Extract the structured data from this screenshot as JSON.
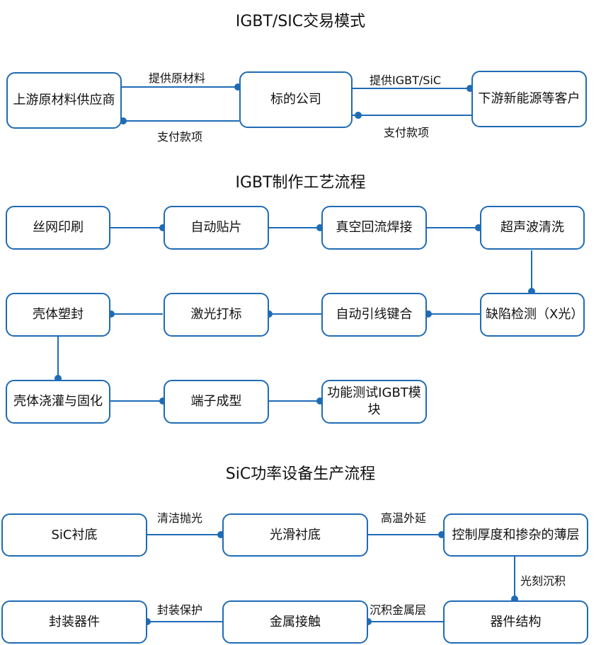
{
  "titles": {
    "trade": "IGBT/SIC交易模式",
    "igbt": "IGBT制作工艺流程",
    "sic": "SiC功率设备生产流程"
  },
  "trade": {
    "upstream": "上游原材料供应商",
    "company": "标的公司",
    "downstream": "下游新能源等客户",
    "label_supply_material": "提供原材料",
    "label_pay_1": "支付款项",
    "label_supply_igbt": "提供IGBT/SiC",
    "label_pay_2": "支付款项"
  },
  "igbt": {
    "s1": "丝网印刷",
    "s2": "自动贴片",
    "s3": "真空回流焊接",
    "s4": "超声波清洗",
    "s5": "缺陷检测（X光）",
    "s6": "自动引线键合",
    "s7": "激光打标",
    "s8": "壳体塑封",
    "s9": "壳体浇灌与固化",
    "s10": "端子成型",
    "s11": "功能测试IGBT模块"
  },
  "sic": {
    "b1": "SiC衬底",
    "b2": "光滑衬底",
    "b3": "控制厚度和掺杂的薄层",
    "b4": "器件结构",
    "b5": "金属接触",
    "b6": "封装器件",
    "l1": "清洁抛光",
    "l2": "高温外延",
    "l3": "光刻沉积",
    "l4": "沉积金属层",
    "l5": "封装保护"
  }
}
